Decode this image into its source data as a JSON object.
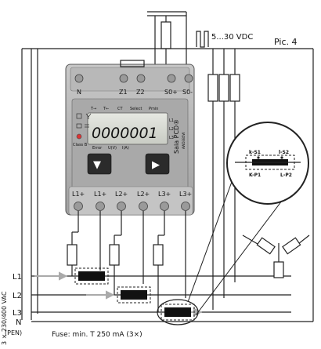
{
  "figure_label": "Pic. 4",
  "signal": {
    "voltage_label": "5...30 VDC"
  },
  "meter": {
    "top_terminals": [
      "N",
      "Z1",
      "Z2",
      "S0+",
      "S0-"
    ],
    "bottom_terminals": [
      "L1+",
      "L1+",
      "L2+",
      "L2+",
      "L3+",
      "L3+"
    ],
    "display_value": "0000001",
    "display_flags_top": [
      "T→",
      "T←",
      "CT",
      "Select",
      "Pmin"
    ],
    "display_flags_bottom": [
      "Error",
      "U(V)",
      "I(A)"
    ],
    "side_phase_labels": [
      "L1",
      "L2",
      "L3"
    ],
    "brand": "Saia PCD®",
    "model": "AWD3B5W",
    "class_label": "Class B",
    "button_left_label": "▼",
    "button_right_label": "▶"
  },
  "ct_detail": {
    "k_s1": "k-S1",
    "l_s2": "l-S2",
    "k_p1": "K-P1",
    "l_p2": "L-P2"
  },
  "lines": {
    "l1": "L1",
    "l2": "L2",
    "l3": "L3",
    "n": "N",
    "pen": "(PEN)",
    "supply_label": "3 × 230/400 VAC"
  },
  "fuse_note": "Fuse: min. T 250 mA (3×)"
}
